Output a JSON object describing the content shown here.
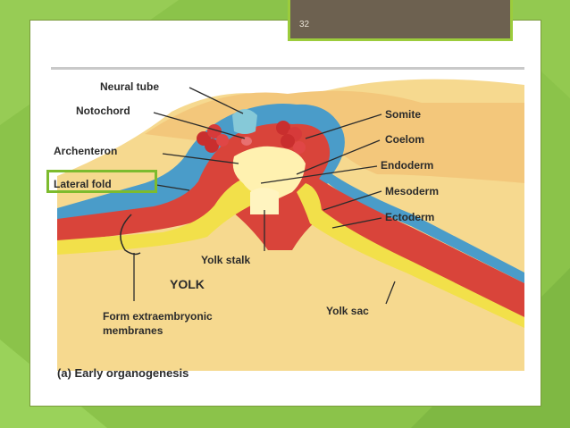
{
  "slide": {
    "number": "32"
  },
  "figure": {
    "labels": {
      "neural_tube": "Neural tube",
      "notochord": "Notochord",
      "archenteron": "Archenteron",
      "lateral_fold": "Lateral fold",
      "somite": "Somite",
      "coelom": "Coelom",
      "endoderm": "Endoderm",
      "mesoderm": "Mesoderm",
      "ectoderm": "Ectoderm",
      "yolk_stalk": "Yolk stalk",
      "yolk": "YOLK",
      "yolk_sac": "Yolk sac",
      "membranes_line1": "Form extraembryonic",
      "membranes_line2": "membranes"
    },
    "caption": "(a) Early organogenesis",
    "colors": {
      "yolk": "#f5d98c",
      "ectoderm": "#4a9cc9",
      "mesoderm": "#d9443a",
      "endoderm": "#f2e04a",
      "highlight": "#7dbb2e",
      "background": "#8bc34a"
    }
  }
}
